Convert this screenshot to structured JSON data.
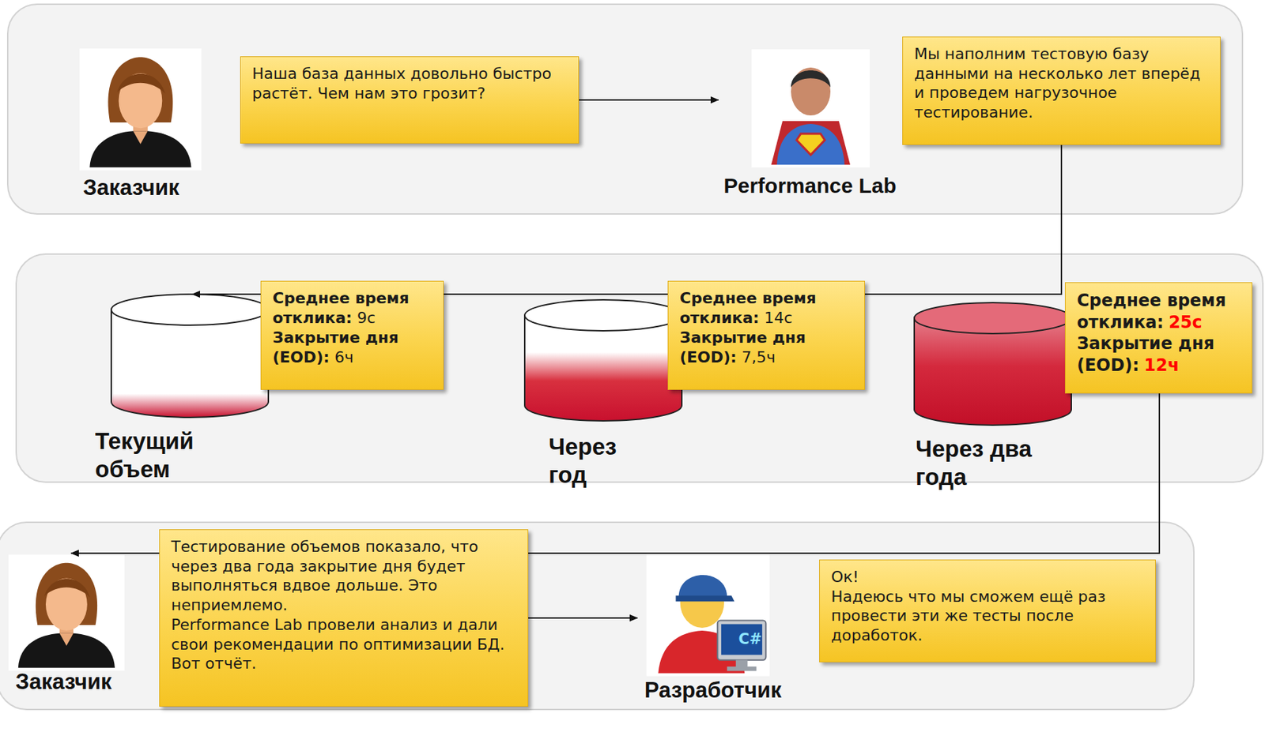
{
  "diagram": {
    "nodes": [
      {
        "text": [
          "Заказчик"
        ]
      },
      {
        "text": [
          "Наша база данных довольно быстро растёт. Чем нам это грозит?"
        ]
      },
      {
        "text": [
          "Performance Lab"
        ]
      },
      {
        "text": [
          "Мы наполним тестовую базу данными на несколько лет вперёд и проведем нагрузочное тестирование."
        ]
      },
      {
        "text": [
          "Текущий объем"
        ]
      },
      {
        "text": [
          "Среднее время отклика:",
          "9с",
          "Закрытие дня (EOD):",
          "6ч"
        ]
      },
      {
        "text": [
          "Через год"
        ]
      },
      {
        "text": [
          "Среднее время отклика:",
          "14с",
          "Закрытие дня (EOD):",
          "7,5ч"
        ]
      },
      {
        "text": [
          "Через два года"
        ]
      },
      {
        "text": [
          "Среднее время отклика:",
          "25с",
          "Закрытие дня (EOD):",
          "12ч"
        ]
      },
      {
        "text": [
          "Заказчик"
        ]
      },
      {
        "text": [
          "Тестирование объемов показало, что через два года закрытие дня будет выполняться вдвое дольше. Это неприемлемо.",
          "Performance Lab провели анализ и дали свои рекомендации по оптимизации БД. Вот отчёт."
        ]
      },
      {
        "text": [
          "Разработчик"
        ]
      },
      {
        "text": [
          "Ок!",
          "Надеюсь что мы сможем ещё раз провести эти же тесты после доработок."
        ]
      }
    ],
    "edges": [
      {
        "from": 1,
        "to": 2,
        "arrow": "to"
      },
      {
        "from": 3,
        "to": 4,
        "arrow": "to"
      },
      {
        "from": 9,
        "to": 10,
        "arrow": "to"
      },
      {
        "from": 11,
        "to": 12,
        "arrow": "to"
      }
    ],
    "labels": [
      "C#"
    ]
  }
}
